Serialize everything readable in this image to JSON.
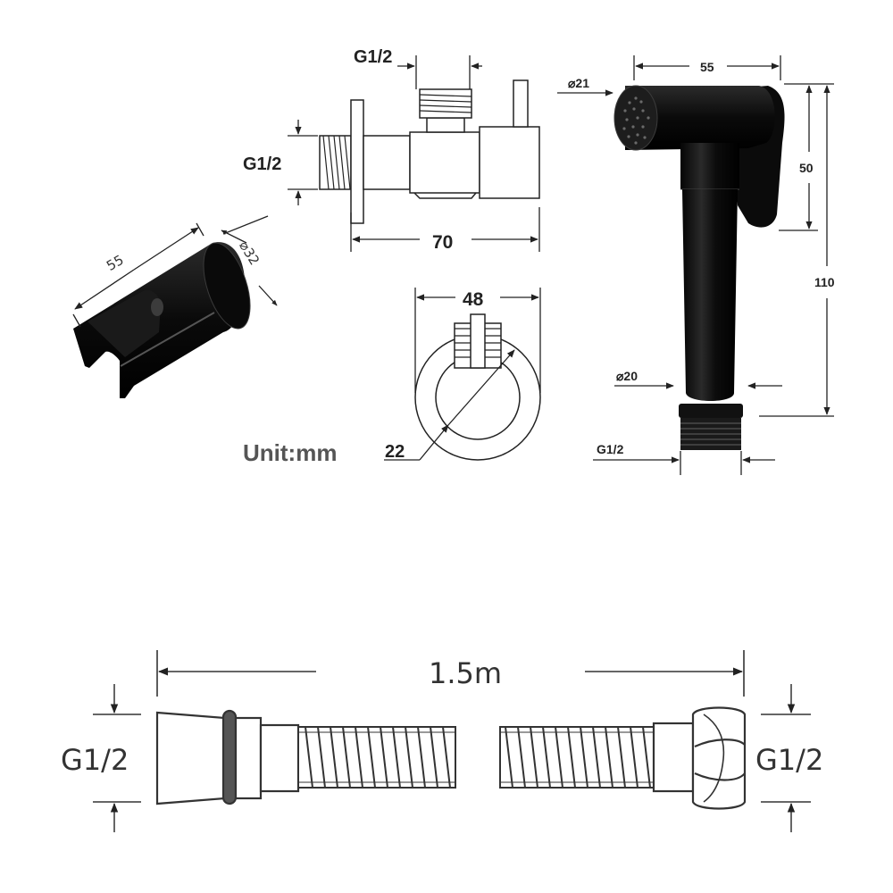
{
  "unit_label": "Unit:mm",
  "valve": {
    "thread_top": "G1/2",
    "thread_side": "G1/2",
    "length": "70",
    "face_width": "48",
    "inner_dia": "22"
  },
  "holder": {
    "length": "55",
    "dia": "⌀32"
  },
  "sprayer": {
    "head_dia": "⌀21",
    "head_length": "55",
    "handle_height": "50",
    "total_height": "110",
    "stem_dia": "⌀20",
    "thread": "G1/2"
  },
  "hose": {
    "length": "1.5m",
    "thread_left": "G1/2",
    "thread_right": "G1/2"
  },
  "colors": {
    "product": "#111111",
    "line": "#222222",
    "hose_stroke": "#333333"
  }
}
